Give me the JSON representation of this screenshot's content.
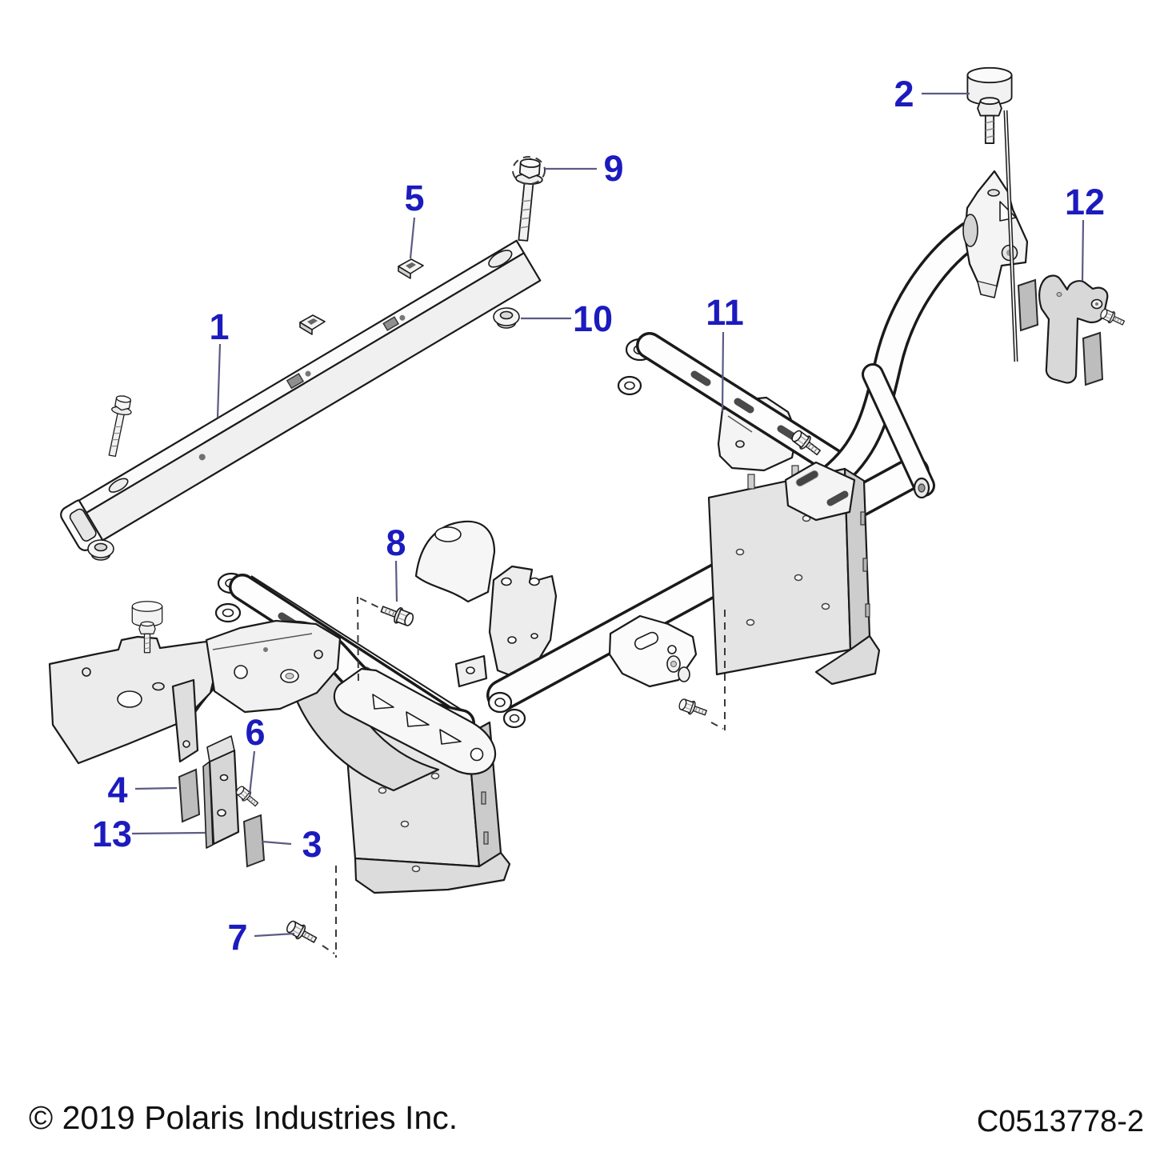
{
  "diagram": {
    "callouts": [
      {
        "label": "1"
      },
      {
        "label": "2"
      },
      {
        "label": "3"
      },
      {
        "label": "4"
      },
      {
        "label": "5"
      },
      {
        "label": "6"
      },
      {
        "label": "7"
      },
      {
        "label": "8"
      },
      {
        "label": "9"
      },
      {
        "label": "10"
      },
      {
        "label": "11"
      },
      {
        "label": "12"
      },
      {
        "label": "13"
      }
    ],
    "footer": {
      "copyright": "© 2019 Polaris Industries Inc.",
      "drawing_number": "C0513778-2"
    },
    "colors": {
      "callout_text": "#1b1bbe",
      "leader_line": "#5b5b84",
      "outline": "#1a1a1a",
      "dashed_line": "#3a3a3a",
      "background": "#ffffff",
      "metal_light": "#fdfdfd",
      "metal_shade": "#efefef",
      "metal_mid": "#e2e2e2",
      "metal_dark": "#c9c9c9",
      "panel_gray": "#e6e6e6",
      "pad_gray": "#bdbdbd",
      "footer_text": "#111111"
    }
  }
}
